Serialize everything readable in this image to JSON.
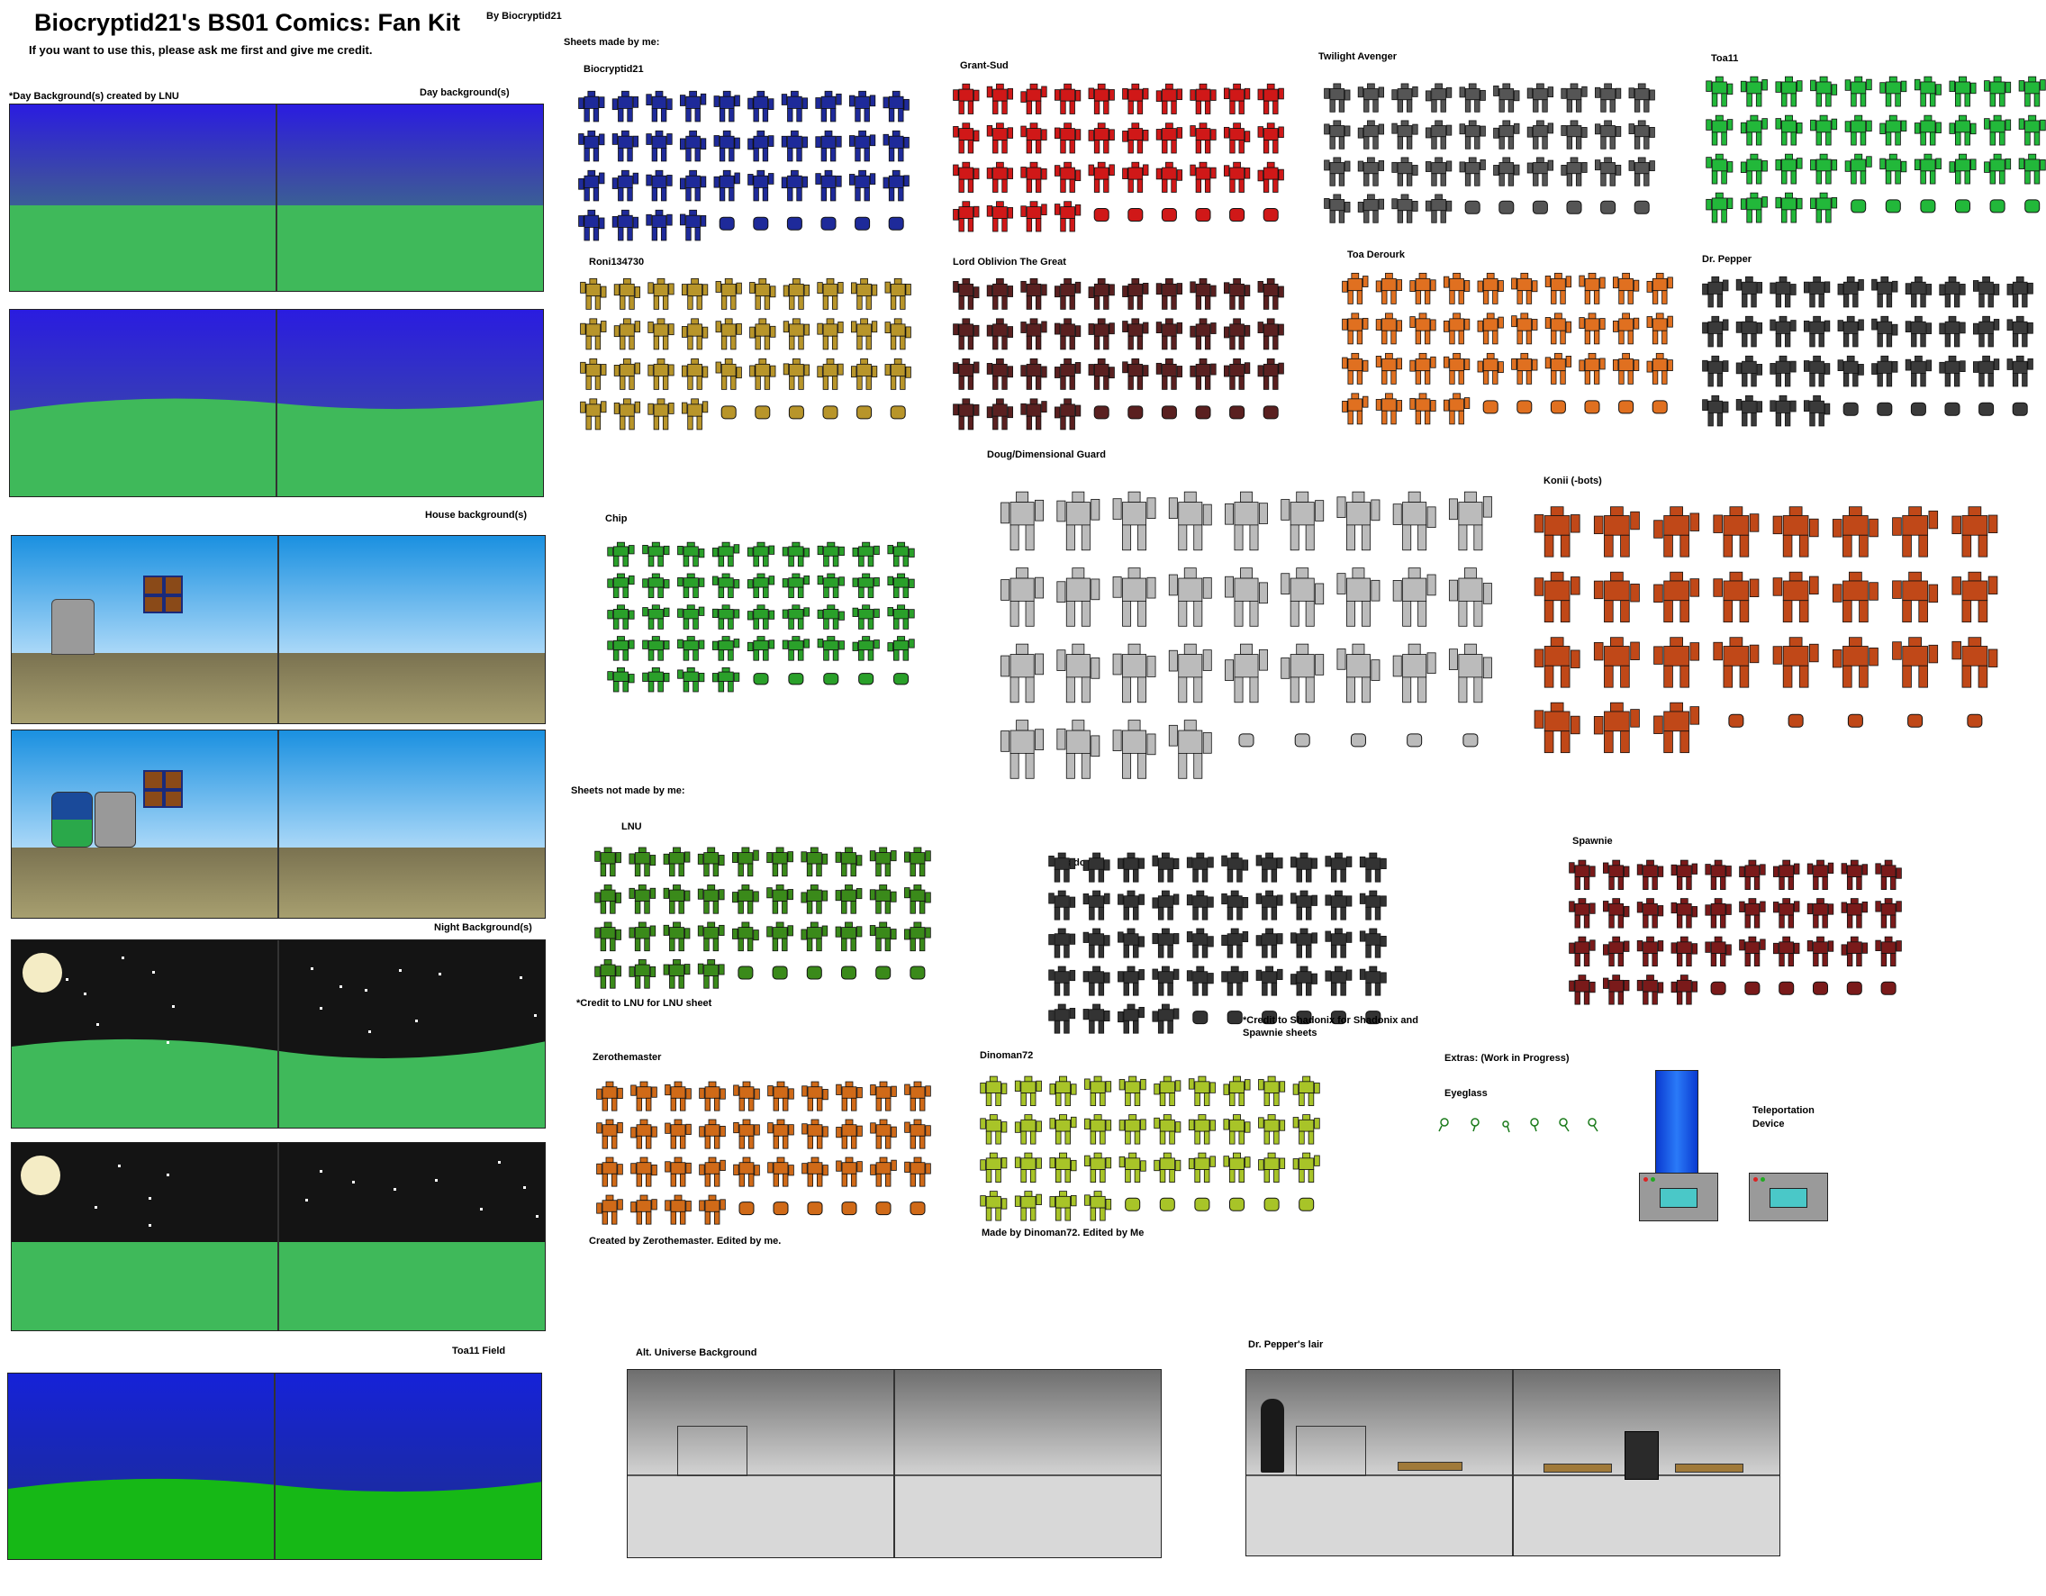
{
  "header": {
    "title": "Biocryptid21's BS01 Comics: Fan Kit",
    "byline": "By Biocryptid21",
    "note": "If you want to use this, please ask me first and give me credit."
  },
  "backgrounds": {
    "day_credit": "*Day Background(s) created by LNU",
    "day_label": "Day background(s)",
    "house_label": "House background(s)",
    "night_label": "Night Background(s)",
    "toa11_field_label": "Toa11 Field",
    "alt_universe_label": "Alt. Universe Background",
    "lair_label": "Dr. Pepper's lair"
  },
  "sections": {
    "made_by_me": "Sheets made by me:",
    "not_made_by_me": "Sheets not made by me:",
    "extras": "Extras:  (Work in Progress)"
  },
  "sheets": [
    {
      "name": "Biocryptid21",
      "color": "#1e2a9a"
    },
    {
      "name": "Grant-Sud",
      "color": "#d01818"
    },
    {
      "name": "Twilight Avenger",
      "color": "#555555"
    },
    {
      "name": "Toa11",
      "color": "#22b83a"
    },
    {
      "name": "Roni134730",
      "color": "#b8952a"
    },
    {
      "name": "Lord Oblivion The Great",
      "color": "#5a2020"
    },
    {
      "name": "Toa Derourk",
      "color": "#e07020"
    },
    {
      "name": "Dr. Pepper",
      "color": "#3a3a3a"
    },
    {
      "name": "Chip",
      "color": "#2aa02a"
    },
    {
      "name": "Doug/Dimensional Guard",
      "color": "#bbbbbb"
    },
    {
      "name": "Konii (-bots)",
      "color": "#c04818"
    },
    {
      "name": "LNU",
      "color": "#3a8a1a"
    },
    {
      "name": "Shadonix",
      "color": "#333333"
    },
    {
      "name": "Spawnie",
      "color": "#7a1a1a"
    },
    {
      "name": "Zerothemaster",
      "color": "#d06a18"
    },
    {
      "name": "Dinoman72",
      "color": "#a8c428"
    }
  ],
  "credits": {
    "lnu": "*Credit to LNU for LNU sheet",
    "shadonix_spawnie": "*Credit to Shadonix for Shadonix and Spawnie sheets",
    "zerothemaster": "Created by Zerothemaster. Edited by me.",
    "dinoman72": "Made by Dinoman72. Edited by Me"
  },
  "extras": {
    "eyeglass": "Eyeglass",
    "teleport_line1": "Teleportation",
    "teleport_line2": "Device"
  }
}
